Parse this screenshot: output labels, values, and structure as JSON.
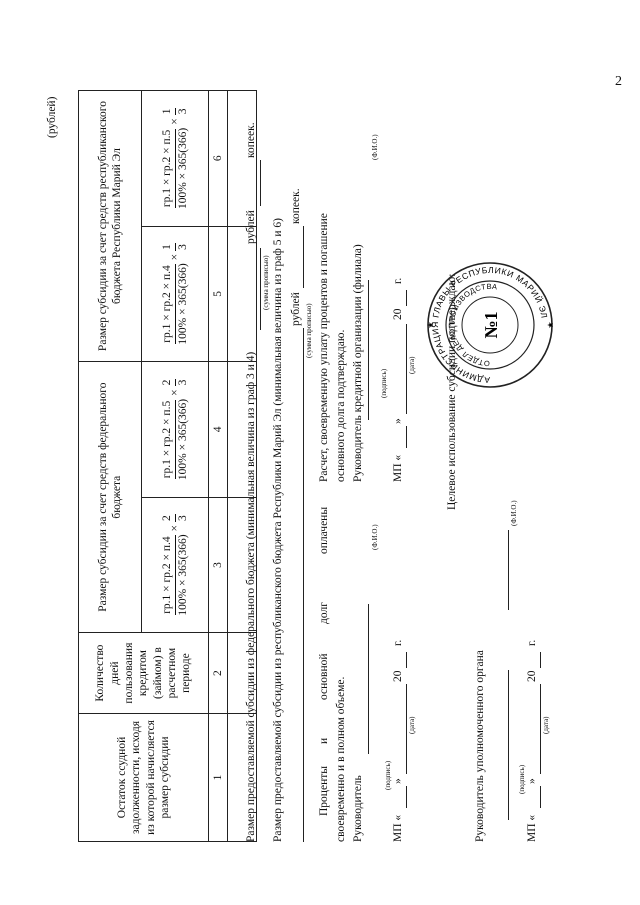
{
  "page_number": "2",
  "currency_note": "(рублей)",
  "table": {
    "headers": {
      "col1": "Остаток ссудной задолженности, исходя из которой начисляется размер субсидии",
      "col2": "Количество дней пользования кредитом (займом) в расчетном периоде",
      "federal": "Размер субсидии за счет средств федерального бюджета",
      "republic": "Размер субсидии за счет средств республиканского бюджета Республики Марий Эл"
    },
    "formulas": {
      "f3_num": "гр.1 × гр.2 × п.4",
      "f3_den": "100% × 365(366)",
      "f3_k_num": "2",
      "f3_k_den": "3",
      "f4_num": "гр.1 × гр.2 × п.5",
      "f4_den": "100% × 365(366)",
      "f4_k_num": "2",
      "f4_k_den": "3",
      "f5_num": "гр.1 × гр.2 × п.4",
      "f5_den": "100% × 365(366)",
      "f5_k_num": "1",
      "f5_k_den": "3",
      "f6_num": "гр.1 × гр.2 × п.5",
      "f6_den": "100% × 365(366)",
      "f6_k_num": "1",
      "f6_k_den": "3",
      "times": "×"
    },
    "col_numbers": [
      "1",
      "2",
      "3",
      "4",
      "5",
      "6"
    ]
  },
  "lines": {
    "federal_subsidy": "Размер предоставляемой субсидии из федерального бюджета (минимальная величина из граф 3 и 4)",
    "rubles": "рублей",
    "kopeks": "копеек.",
    "sum_in_words": "(сумма прописью)",
    "republic_subsidy": "Размер предоставляемой субсидии из республиканского бюджета Республики Марий Эл (минимальная величина из граф 5 и 6)",
    "sum_in_words2": "(сумма прописью)",
    "rubles2": "рублей",
    "kopeks2": "копеек."
  },
  "left_block": {
    "text1": "Проценты и основной долг оплачены своевременно и в полном объеме.",
    "w1": "Проценты",
    "w2": "и",
    "w3": "основной",
    "w4": "долг",
    "w5": "оплачены",
    "line2": "своевременно и в полном объеме.",
    "head": "Руководитель",
    "fio": "(Ф.И.О.)",
    "mp": "МП «",
    "quote_close": "»",
    "year": "20",
    "g": "г.",
    "podpis": "(подпись)",
    "data": "(дата)"
  },
  "right_block": {
    "line1": "Расчет, своевременную уплату процентов и погашение",
    "line2": "основного долга подтверждаю.",
    "line3": "Руководитель кредитной организации (филиала)",
    "fio": "(Ф.И.О.)",
    "mp": "МП «",
    "quote_close": "»",
    "year": "20",
    "g": "г.",
    "podpis": "(подпись)",
    "data": "(дата)"
  },
  "bottom_block": {
    "purpose": "Целевое использование субсидии подтверждаю:",
    "head": "Руководитель уполномоченного органа",
    "fio": "(Ф.И.О.)",
    "mp": "МП «",
    "quote_close": "»",
    "year": "20",
    "g": "г.",
    "podpis": "(подпись)",
    "data": "(дата)"
  },
  "stamp": {
    "outer_text": "АДМИНИСТРАЦИЯ ГЛАВЫ РЕСПУБЛИКИ МАРИЙ ЭЛ",
    "inner_text": "ОТДЕЛ ДЕЛОПРОИЗВОДСТВА",
    "number": "№1"
  }
}
